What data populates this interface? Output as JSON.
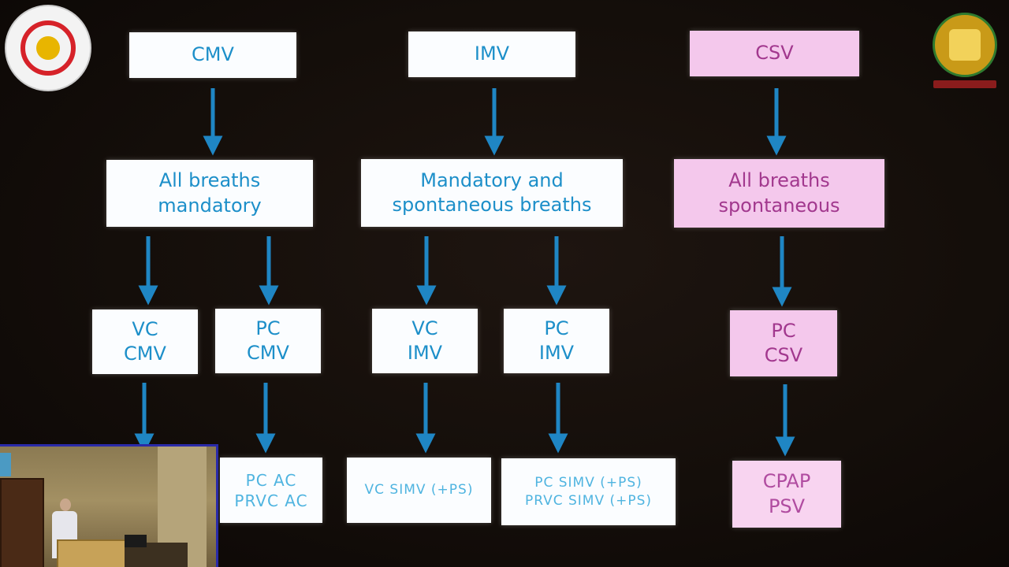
{
  "boxes": {
    "cmv": "CMV",
    "imv": "IMV",
    "csv": "CSV",
    "all_mand": [
      "All breaths",
      "mandatory"
    ],
    "mand_spont": [
      "Mandatory and",
      "spontaneous breaths"
    ],
    "all_spont": [
      "All breaths",
      "spontaneous"
    ],
    "vc_cmv": [
      "VC",
      "CMV"
    ],
    "pc_cmv": [
      "PC",
      "CMV"
    ],
    "vc_imv": [
      "VC",
      "IMV"
    ],
    "pc_imv": [
      "PC",
      "IMV"
    ],
    "pc_csv": [
      "PC",
      "CSV"
    ],
    "ac": [
      "PC AC",
      "PRVC AC"
    ],
    "vc_simv": "VC SIMV (+PS)",
    "pc_simv": [
      "PC SIMV (+PS)",
      "PRVC SIMV (+PS)"
    ],
    "cpap": [
      "CPAP",
      "PSV"
    ]
  },
  "colors": {
    "blue_text": "#1d8fc9",
    "pink_box": "#f4c8ec",
    "pink_text": "#a2388e",
    "arrow": "#1f86c4",
    "background": "#140e0a"
  },
  "logos": {
    "left_icon": "university-logo",
    "right_icon": "department-seal"
  }
}
